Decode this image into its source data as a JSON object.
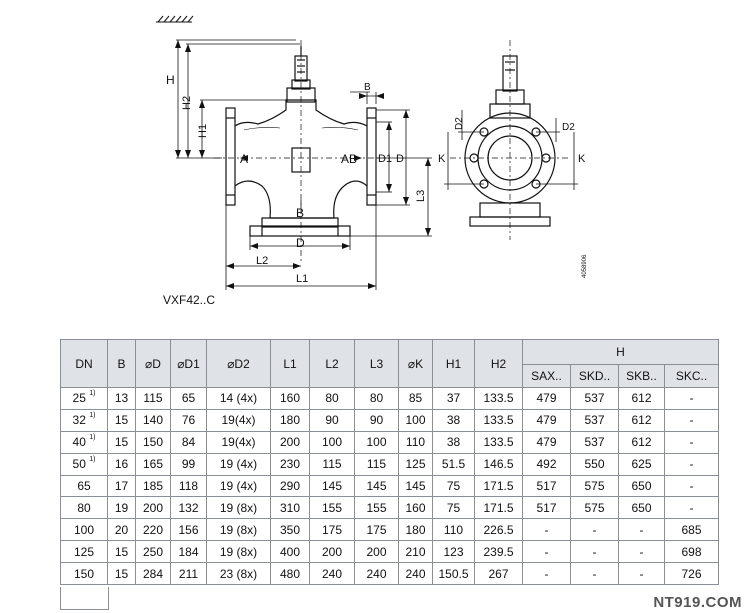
{
  "drawing": {
    "front_labels": [
      "H",
      "H2",
      "H1",
      "B",
      "A",
      "AB",
      "D1",
      "D",
      "L3",
      "L2",
      "L1"
    ],
    "side_labels": [
      "D2",
      "K",
      "D2",
      "K"
    ],
    "drawing_code": "4058906",
    "model": "VXF42..C"
  },
  "table": {
    "headers": [
      "DN",
      "B",
      "⌀D",
      "⌀D1",
      "⌀D2",
      "L1",
      "L2",
      "L3",
      "⌀K",
      "H1",
      "H2",
      "H"
    ],
    "h_subheaders": [
      "SAX..",
      "SKD..",
      "SKB..",
      "SKC.."
    ],
    "footnote_mark": "1)",
    "rows": [
      {
        "dn": "25",
        "fn": true,
        "cells": [
          "13",
          "115",
          "65",
          "14 (4x)",
          "160",
          "80",
          "80",
          "85",
          "37",
          "133.5",
          "479",
          "537",
          "612",
          "-"
        ]
      },
      {
        "dn": "32",
        "fn": true,
        "cells": [
          "15",
          "140",
          "76",
          "19(4x)",
          "180",
          "90",
          "90",
          "100",
          "38",
          "133.5",
          "479",
          "537",
          "612",
          "-"
        ]
      },
      {
        "dn": "40",
        "fn": true,
        "cells": [
          "15",
          "150",
          "84",
          "19(4x)",
          "200",
          "100",
          "100",
          "110",
          "38",
          "133.5",
          "479",
          "537",
          "612",
          "-"
        ]
      },
      {
        "dn": "50",
        "fn": true,
        "cells": [
          "16",
          "165",
          "99",
          "19 (4x)",
          "230",
          "115",
          "115",
          "125",
          "51.5",
          "146.5",
          "492",
          "550",
          "625",
          "-"
        ]
      },
      {
        "dn": "65",
        "fn": false,
        "cells": [
          "17",
          "185",
          "118",
          "19 (4x)",
          "290",
          "145",
          "145",
          "145",
          "75",
          "171.5",
          "517",
          "575",
          "650",
          "-"
        ]
      },
      {
        "dn": "80",
        "fn": false,
        "cells": [
          "19",
          "200",
          "132",
          "19 (8x)",
          "310",
          "155",
          "155",
          "160",
          "75",
          "171.5",
          "517",
          "575",
          "650",
          "-"
        ]
      },
      {
        "dn": "100",
        "fn": false,
        "cells": [
          "20",
          "220",
          "156",
          "19 (8x)",
          "350",
          "175",
          "175",
          "180",
          "110",
          "226.5",
          "-",
          "-",
          "-",
          "685"
        ]
      },
      {
        "dn": "125",
        "fn": false,
        "cells": [
          "15",
          "250",
          "184",
          "19 (8x)",
          "400",
          "200",
          "200",
          "210",
          "123",
          "239.5",
          "-",
          "-",
          "-",
          "698"
        ]
      },
      {
        "dn": "150",
        "fn": false,
        "cells": [
          "15",
          "284",
          "211",
          "23 (8x)",
          "480",
          "240",
          "240",
          "240",
          "150.5",
          "267",
          "-",
          "-",
          "-",
          "726"
        ]
      }
    ]
  },
  "watermark": "NT919.COM",
  "colors": {
    "line": "#111111",
    "header_bg": "#dfe3e8",
    "grid": "#8a8f96"
  }
}
